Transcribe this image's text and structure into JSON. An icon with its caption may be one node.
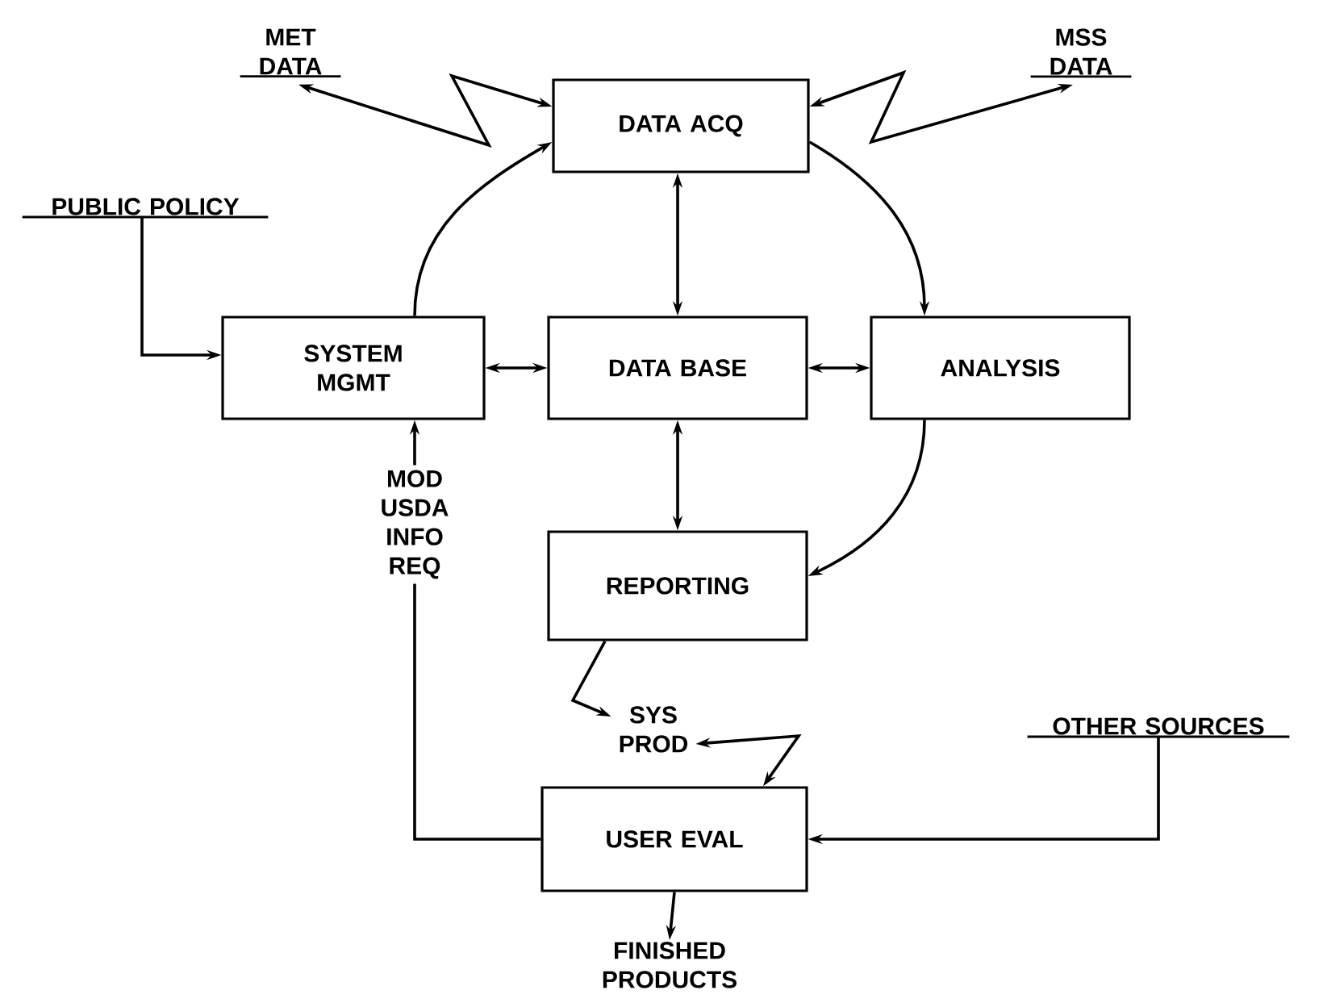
{
  "diagram": {
    "nodes": [
      {
        "text": [
          "DATA ACQ"
        ]
      },
      {
        "text": [
          "SYSTEM MGMT"
        ]
      },
      {
        "text": [
          "DATA BASE"
        ]
      },
      {
        "text": [
          "ANALYSIS"
        ]
      },
      {
        "text": [
          "REPORTING"
        ]
      },
      {
        "text": [
          "USER EVAL"
        ]
      },
      {
        "text": [
          "MET DATA"
        ]
      },
      {
        "text": [
          "MSS DATA"
        ]
      },
      {
        "text": [
          "PUBLIC POLICY"
        ]
      },
      {
        "text": [
          "SYS PROD"
        ]
      },
      {
        "text": [
          "OTHER SOURCES"
        ]
      },
      {
        "text": [
          "FINISHED PRODUCTS"
        ]
      }
    ],
    "edges": [
      {
        "from": 0,
        "to": 6,
        "arrow": "both"
      },
      {
        "from": 0,
        "to": 7,
        "arrow": "both"
      },
      {
        "from": 0,
        "to": 2,
        "arrow": "both"
      },
      {
        "from": 1,
        "to": 2,
        "arrow": "both"
      },
      {
        "from": 2,
        "to": 3,
        "arrow": "both"
      },
      {
        "from": 2,
        "to": 4,
        "arrow": "both"
      },
      {
        "from": 1,
        "to": 0,
        "arrow": "to"
      },
      {
        "from": 0,
        "to": 3,
        "arrow": "to"
      },
      {
        "from": 3,
        "to": 4,
        "arrow": "to"
      },
      {
        "from": 8,
        "to": 1,
        "arrow": "to"
      },
      {
        "from": 5,
        "to": 1,
        "arrow": "to",
        "label": "MOD USDA INFO REQ"
      },
      {
        "from": 4,
        "to": 9,
        "arrow": "to"
      },
      {
        "from": 5,
        "to": 9,
        "arrow": "both"
      },
      {
        "from": 10,
        "to": 5,
        "arrow": "to"
      },
      {
        "from": 5,
        "to": 11,
        "arrow": "to"
      }
    ]
  }
}
